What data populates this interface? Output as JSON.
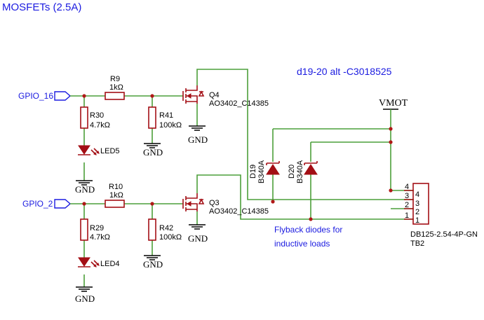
{
  "title": "MOSFETs (2.5A)",
  "alt_note": "d19-20 alt -C3018525",
  "flyback_note": [
    "Flyback diodes for",
    "inductive loads"
  ],
  "power_net": "VMOT",
  "gnd": "GND",
  "colors": {
    "wire": "#4c9f3a",
    "part": "#a30f15",
    "net_label": "#1b1be0",
    "junction": "#b01818"
  },
  "channels": [
    {
      "gpio": "GPIO_16",
      "series_res": {
        "ref": "R9",
        "value": "1kΩ"
      },
      "led_res": {
        "ref": "R30",
        "value": "4.7kΩ"
      },
      "led": {
        "ref": "LED5"
      },
      "pulldown": {
        "ref": "R41",
        "value": "100kΩ"
      },
      "mosfet": {
        "ref": "Q4",
        "part": "AO3402_C14385"
      }
    },
    {
      "gpio": "GPIO_2",
      "series_res": {
        "ref": "R10",
        "value": "1kΩ"
      },
      "led_res": {
        "ref": "R29",
        "value": "4.7kΩ"
      },
      "led": {
        "ref": "LED4"
      },
      "pulldown": {
        "ref": "R42",
        "value": "100kΩ"
      },
      "mosfet": {
        "ref": "Q3",
        "part": "AO3402_C14385"
      }
    }
  ],
  "diodes": [
    {
      "ref": "D19",
      "part": "B340A"
    },
    {
      "ref": "D20",
      "part": "B340A"
    }
  ],
  "connector": {
    "part": "DB125-2.54-4P-GN",
    "ref": "TB2",
    "pins": [
      "4",
      "3",
      "2",
      "1"
    ]
  }
}
